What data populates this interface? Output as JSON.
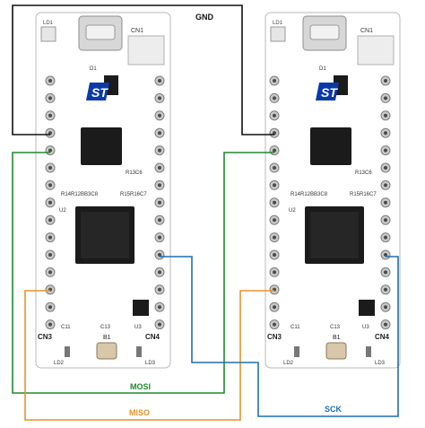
{
  "title": "",
  "colors": {
    "board": "#ffffff",
    "pin_hole": "#8a8a8a",
    "chip": "#1b1b1b",
    "st_logo": "#0a3aa8",
    "gnd_wire": "#111111",
    "mosi_wire": "#1e8a2e",
    "miso_wire": "#e8922a",
    "sck_wire": "#1f6fb0"
  },
  "wires": {
    "gnd": {
      "label": "GND"
    },
    "mosi": {
      "label": "MOSI"
    },
    "miso": {
      "label": "MISO"
    },
    "sck": {
      "label": "SCK"
    }
  },
  "boards": [
    {
      "id": "left",
      "labels": {
        "cn1": "CN1",
        "cn3": "CN3",
        "cn4": "CN4",
        "b1": "B1",
        "ld2": "LD2",
        "ld3": "LD3",
        "ld1": "LD1",
        "sb_row": "R14R12BB3C8",
        "r_row": "R15R16C7",
        "r13": "R13C6",
        "u2": "U2",
        "u3": "U3",
        "c13": "C13",
        "c11": "C11",
        "d1": "D1"
      }
    },
    {
      "id": "right",
      "labels": {
        "cn1": "CN1",
        "cn3": "CN3",
        "cn4": "CN4",
        "b1": "B1",
        "ld2": "LD2",
        "ld3": "LD3",
        "ld1": "LD1",
        "sb_row": "R14R12BB3C8",
        "r_row": "R15R16C7",
        "r13": "R13C6",
        "u2": "U2",
        "u3": "U3",
        "c13": "C13",
        "c11": "C11",
        "d1": "D1"
      }
    }
  ]
}
